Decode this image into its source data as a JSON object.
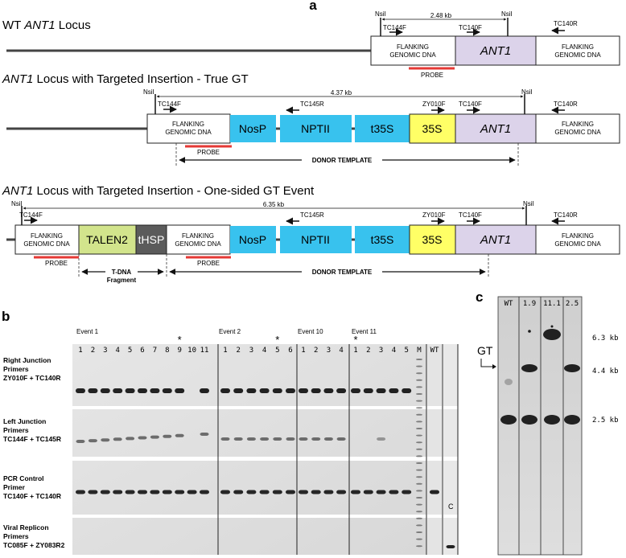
{
  "panel_a": {
    "label": "a",
    "wt": {
      "title_pre": "WT ",
      "title_gene": "ANT1",
      "title_post": " Locus",
      "nsil_left": "NsiI",
      "nsil_right": "NsiI",
      "distance": "2.48 kb",
      "primer_tc144f": "TC144F",
      "primer_tc140f": "TC140F",
      "primer_tc140r": "TC140R",
      "flank_left": [
        "FLANKING",
        "GENOMIC DNA"
      ],
      "ant1": "ANT1",
      "flank_right": [
        "FLANKING",
        "GENOMIC DNA"
      ],
      "probe": "PROBE"
    },
    "true_gt": {
      "title_gene": "ANT1",
      "title_post": " Locus with Targeted Insertion - True GT",
      "nsil_left": "NsiI",
      "nsil_right": "NsiI",
      "distance": "4.37 kb",
      "primer_tc144f": "TC144F",
      "primer_tc145r": "TC145R",
      "primer_zy010f": "ZY010F",
      "primer_tc140f": "TC140F",
      "primer_tc140r": "TC140R",
      "flank_left": [
        "FLANKING",
        "GENOMIC DNA"
      ],
      "nosp": "NosP",
      "nptii": "NPTII",
      "t35s": "t35S",
      "s35": "35S",
      "ant1": "ANT1",
      "flank_right": [
        "FLANKING",
        "GENOMIC DNA"
      ],
      "probe": "PROBE",
      "donor_template": "DONOR TEMPLATE"
    },
    "one_sided": {
      "title_gene": "ANT1",
      "title_post": " Locus with Targeted Insertion - One-sided GT Event",
      "nsil_left": "NsiI",
      "nsil_right": "NsiI",
      "distance": "6.35 kb",
      "primer_tc144f": "TC144F",
      "primer_tc145r": "TC145R",
      "primer_zy010f": "ZY010F",
      "primer_tc140f": "TC140F",
      "primer_tc140r": "TC140R",
      "flank_left": [
        "FLANKING",
        "GENOMIC DNA"
      ],
      "talen2": "TALEN2",
      "thsp": "tHSP",
      "flank_mid": [
        "FLANKING",
        "GENOMIC DNA"
      ],
      "nosp": "NosP",
      "nptii": "NPTII",
      "t35s": "t35S",
      "s35": "35S",
      "ant1": "ANT1",
      "flank_right": [
        "FLANKING",
        "GENOMIC DNA"
      ],
      "probe_left": "PROBE",
      "probe_mid": "PROBE",
      "tdna": [
        "T-DNA",
        "Fragment"
      ],
      "donor_template": "DONOR TEMPLATE"
    },
    "colors": {
      "ant1": "#dcd3ea",
      "blue": "#38c2ee",
      "yellow": "#ffff66",
      "talen": "#d2e48c",
      "thsp": "#5b5b5b",
      "probe": "#e53935"
    }
  },
  "panel_b": {
    "label": "b",
    "events": [
      "Event 1",
      "Event 2",
      "Event 10",
      "Event 11"
    ],
    "lanes_event1": [
      "1",
      "2",
      "3",
      "4",
      "5",
      "6",
      "7",
      "8",
      "9",
      "10",
      "11"
    ],
    "lanes_event2": [
      "1",
      "2",
      "3",
      "4",
      "5",
      "6"
    ],
    "lanes_event10": [
      "1",
      "2",
      "3",
      "4"
    ],
    "lanes_event11": [
      "1",
      "2",
      "3",
      "4",
      "5"
    ],
    "marker": "M",
    "wt": "WT",
    "star": "*",
    "control_c": "C",
    "rows": [
      {
        "lines": [
          "Right Junction",
          "Primers",
          "ZY010F + TC140R"
        ]
      },
      {
        "lines": [
          "Left Junction",
          "Primers",
          "TC144F + TC145R"
        ]
      },
      {
        "lines": [
          "PCR Control",
          "Primer",
          "TC140F + TC140R"
        ]
      },
      {
        "lines": [
          "Viral Replicon",
          "Primers",
          "TC085F + ZY083R2"
        ]
      }
    ]
  },
  "panel_c": {
    "label": "c",
    "lanes": [
      "WT",
      "1.9",
      "11.1",
      "2.5"
    ],
    "gt_label": "GT",
    "sizes": [
      "6.3 kb",
      "4.4 kb",
      "2.5 kb"
    ]
  }
}
